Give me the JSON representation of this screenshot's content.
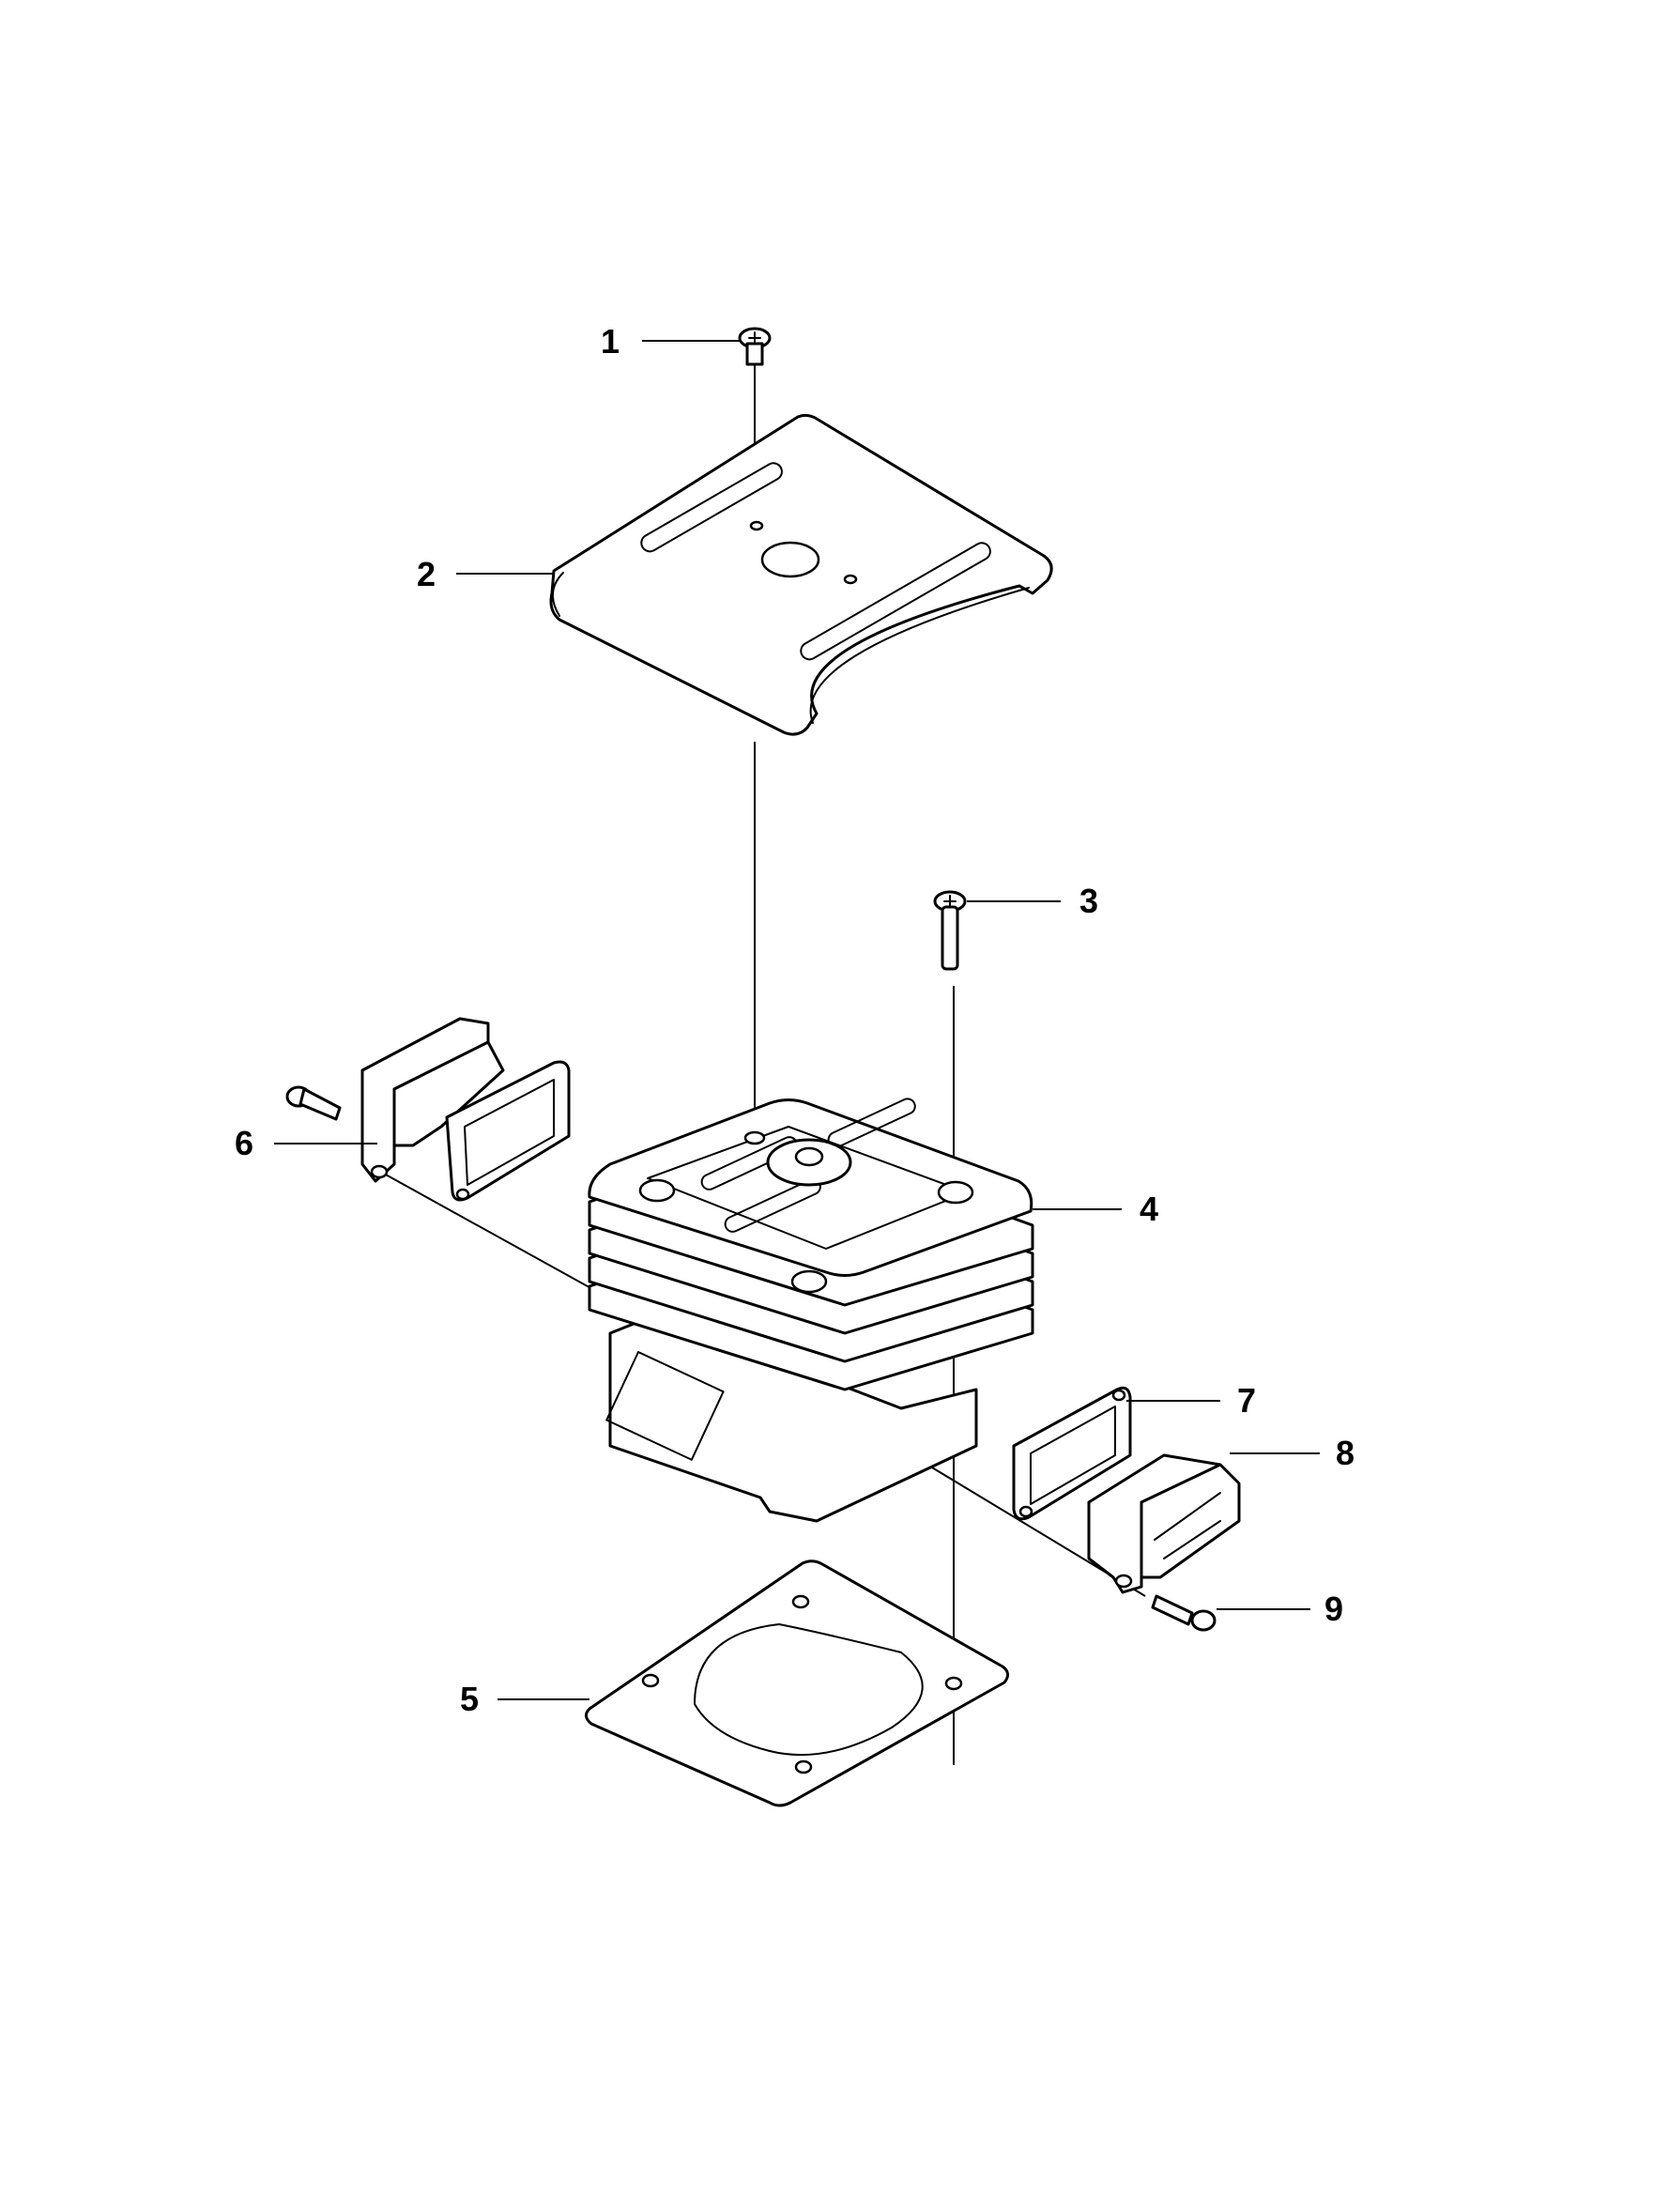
{
  "callouts": [
    {
      "number": "1"
    },
    {
      "number": "2"
    },
    {
      "number": "3"
    },
    {
      "number": "4"
    },
    {
      "number": "5"
    },
    {
      "number": "6"
    },
    {
      "number": "7"
    },
    {
      "number": "8"
    },
    {
      "number": "9"
    }
  ]
}
